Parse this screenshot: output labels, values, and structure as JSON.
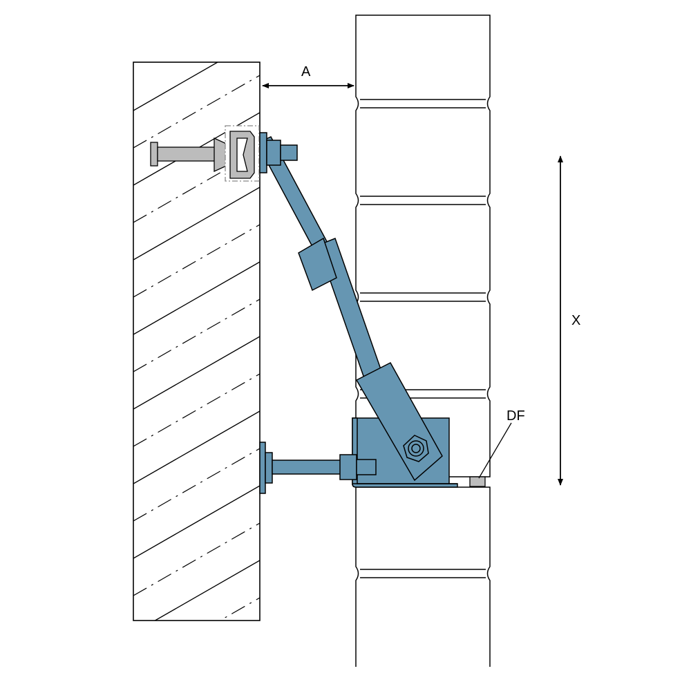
{
  "labels": {
    "a": "A",
    "x": "X",
    "df": "DF"
  },
  "colors": {
    "steel": "#6696b2",
    "anchor_channel": "#bcbcbc",
    "outline": "#000000",
    "background": "#ffffff"
  }
}
